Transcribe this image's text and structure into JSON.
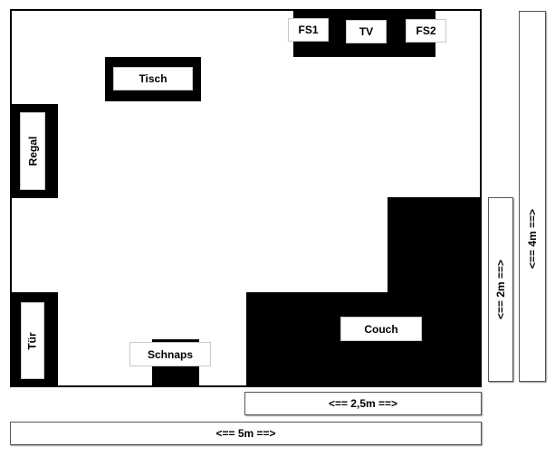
{
  "furniture": {
    "fs1": "FS1",
    "tv": "TV",
    "fs2": "FS2",
    "tisch": "Tisch",
    "regal": "Regal",
    "tuer": "Tür",
    "schnaps": "Schnaps",
    "couch": "Couch"
  },
  "dimensions": {
    "width_total": "<== 5m ==>",
    "couch_width": "<== 2,5m ==>",
    "couch_depth": "<== 2m ==>",
    "height_total": "<== 4m ==>"
  }
}
